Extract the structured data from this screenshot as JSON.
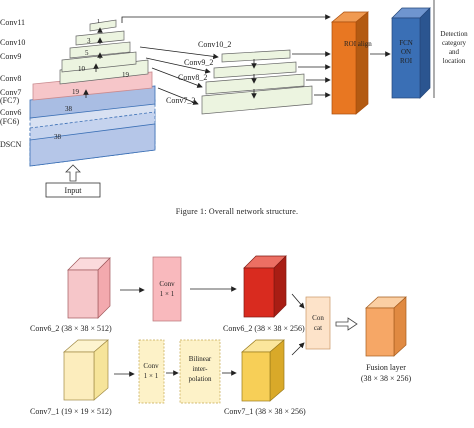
{
  "figure1": {
    "labels": {
      "conv11": "Conv11",
      "conv10": "Conv10",
      "conv9": "Conv9",
      "conv8": "Conv8",
      "conv7": "Conv7",
      "fc7": "(FC7)",
      "conv6": "Conv6",
      "fc6": "(FC6)",
      "dscn": "DSCN",
      "input": "Input",
      "conv10_2": "Conv10_2",
      "conv9_2": "Conv9_2",
      "conv8_2": "Conv8_2",
      "conv7_2": "Conv7_2",
      "roi_align": "ROI align",
      "fcn_line1": "FCN",
      "fcn_line2": "ON",
      "fcn_line3": "ROI",
      "out_line1": "Detection",
      "out_line2": "category",
      "out_line3": "and",
      "out_line4": "location"
    },
    "sizes": {
      "s38a": "38",
      "s38b": "38",
      "s19a": "19",
      "s19b": "19",
      "s10": "10",
      "s5": "5",
      "s3": "3",
      "s1": "1"
    },
    "caption": "Figure 1: Overall network structure."
  },
  "figure2": {
    "labels": {
      "conv_top": "Conv",
      "conv_top_k": "1 × 1",
      "conv_bot": "Conv",
      "conv_bot_k": "1 × 1",
      "bilinear1": "Bilinear",
      "bilinear2": "inter-",
      "bilinear3": "polation",
      "concat1": "Con",
      "concat2": "cat",
      "conv6_2_in": "Conv6_2 (38 × 38 × 512)",
      "conv6_2_out": "Conv6_2 (38 × 38 × 256)",
      "conv7_1_in": "Conv7_1 (19 × 19 × 512)",
      "conv7_1_out": "Conv7_1 (38 × 38 × 256)",
      "fusion1": "Fusion layer",
      "fusion2": "(38 × 38 × 256)"
    }
  },
  "colors": {
    "orange_block": "#e87722",
    "blue_block": "#3a6fb5",
    "pink_layer": "#f6c6c9",
    "blue_layer": "#a9bde3",
    "red_cube": "#d92b1f",
    "yellow_cube": "#f7cf57",
    "fusion_cube": "#f6a766"
  }
}
